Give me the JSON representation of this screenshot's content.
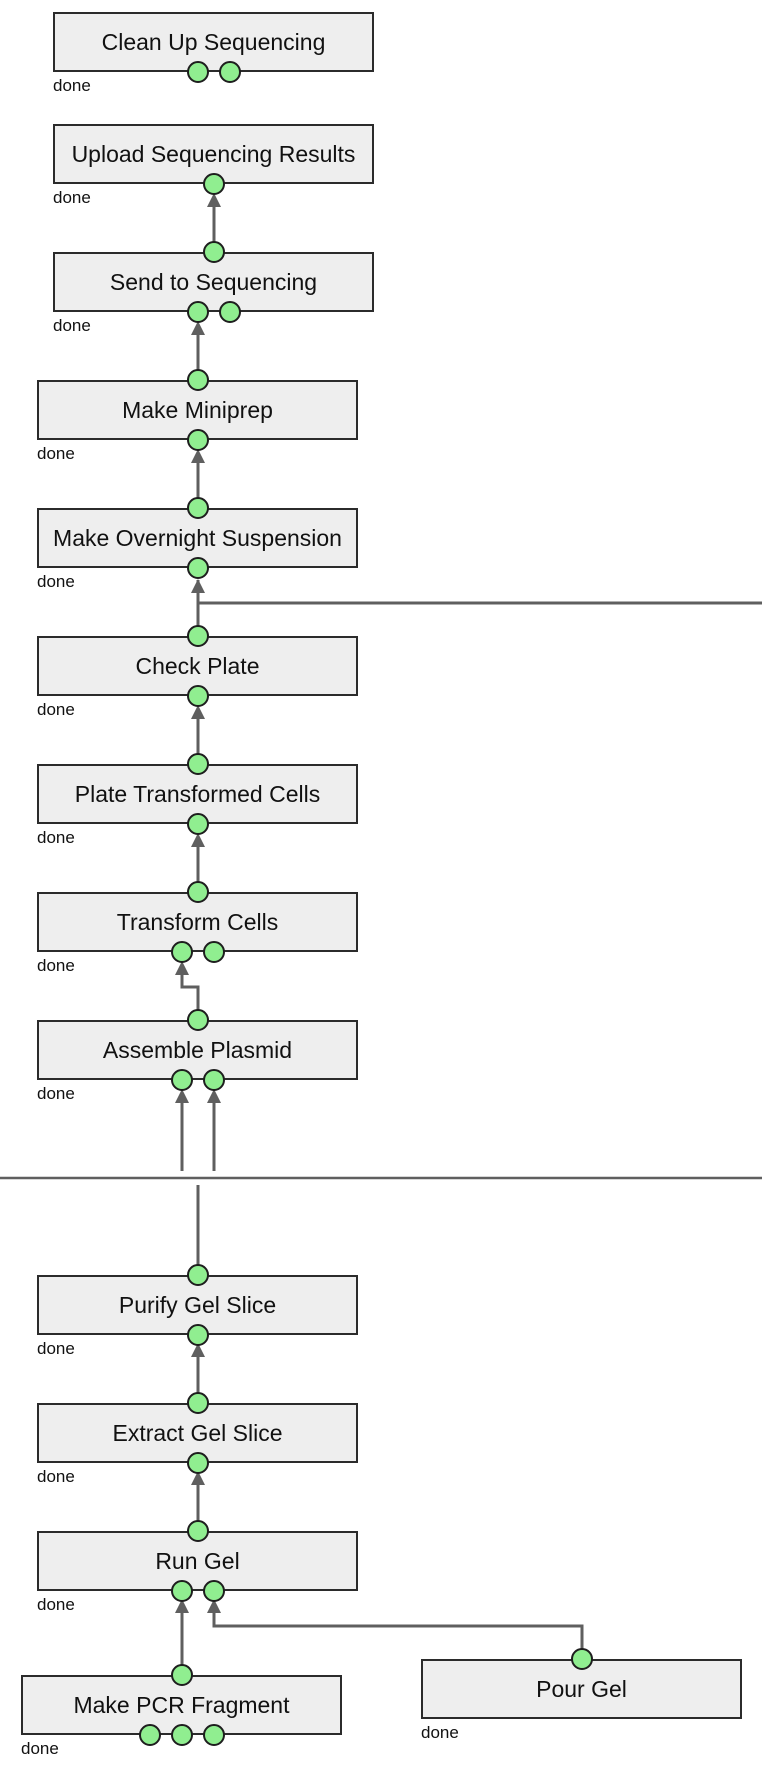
{
  "operations": [
    {
      "id": "clean-up-sequencing",
      "label": "Clean Up Sequencing",
      "status": "done"
    },
    {
      "id": "upload-sequencing-results",
      "label": "Upload Sequencing Results",
      "status": "done"
    },
    {
      "id": "send-to-sequencing",
      "label": "Send to Sequencing",
      "status": "done"
    },
    {
      "id": "make-miniprep",
      "label": "Make Miniprep",
      "status": "done"
    },
    {
      "id": "make-overnight-suspension",
      "label": "Make Overnight Suspension",
      "status": "done"
    },
    {
      "id": "check-plate",
      "label": "Check Plate",
      "status": "done"
    },
    {
      "id": "plate-transformed-cells",
      "label": "Plate Transformed Cells",
      "status": "done"
    },
    {
      "id": "transform-cells",
      "label": "Transform Cells",
      "status": "done"
    },
    {
      "id": "assemble-plasmid",
      "label": "Assemble Plasmid",
      "status": "done"
    },
    {
      "id": "purify-gel-slice",
      "label": "Purify Gel Slice",
      "status": "done"
    },
    {
      "id": "extract-gel-slice",
      "label": "Extract Gel Slice",
      "status": "done"
    },
    {
      "id": "run-gel",
      "label": "Run Gel",
      "status": "done"
    },
    {
      "id": "make-pcr-fragment",
      "label": "Make PCR Fragment",
      "status": "done"
    },
    {
      "id": "pour-gel",
      "label": "Pour Gel",
      "status": "done"
    }
  ],
  "colors": {
    "port_fill": "#90ee90",
    "box_fill": "#eeeeee",
    "wire": "#5f5f5f"
  }
}
